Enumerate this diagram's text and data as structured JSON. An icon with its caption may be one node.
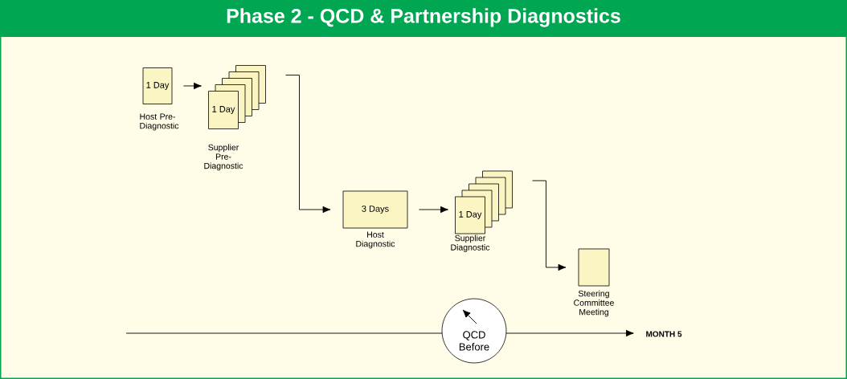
{
  "diagram": {
    "title": "Phase 2 - QCD & Partnership Diagnostics",
    "nodes": [
      {
        "text": [
          "1 Day"
        ],
        "beside": [
          "Host Pre-Diagnostic"
        ]
      },
      {
        "text": [
          "1 Day"
        ],
        "beside": [
          "Supplier Pre-Diagnostic"
        ]
      },
      {
        "text": [
          "3 Days"
        ],
        "beside": [
          "Host Diagnostic"
        ]
      },
      {
        "text": [
          "1 Day"
        ],
        "beside": [
          "Supplier Diagnostic"
        ]
      },
      {
        "text": [],
        "shape": "box",
        "beside": [
          "Steering Committee Meeting"
        ]
      },
      {
        "text": [
          "QCD Before"
        ]
      }
    ],
    "edges": [
      {
        "from": 0,
        "to": 1,
        "arrow": "to"
      },
      {
        "from": 1,
        "to": 2,
        "arrow": "to"
      },
      {
        "from": 2,
        "to": 3,
        "arrow": "to"
      },
      {
        "from": 3,
        "to": 4,
        "arrow": "to"
      }
    ],
    "labels": [
      "MONTH 5"
    ]
  }
}
